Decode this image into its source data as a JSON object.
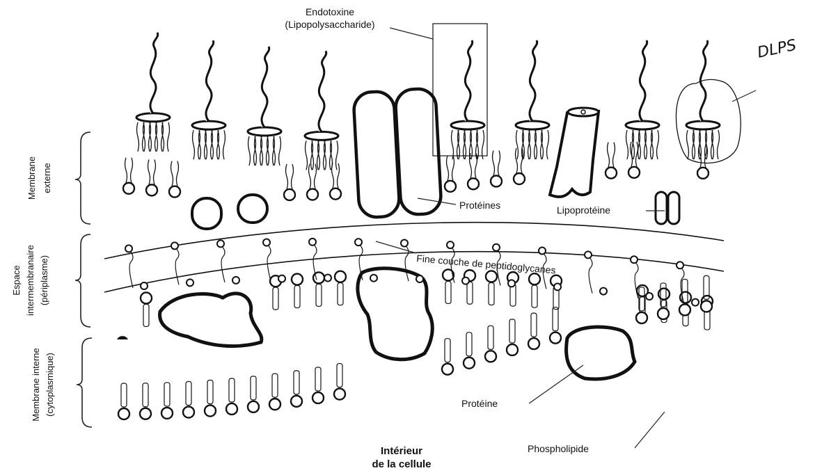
{
  "labels": {
    "endotoxin_line1": "Endotoxine",
    "endotoxin_line2": "(Lipopolysaccharide)",
    "proteins": "Protéines",
    "lipoprotein": "Lipoprotéine",
    "peptidoglycan": "Fine couche de peptidoglycanes",
    "protein": "Protéine",
    "phospholipid": "Phospholipide",
    "lps_handwritten": "DLPS"
  },
  "side_labels": {
    "outer_membrane_line1": "Membrane",
    "outer_membrane_line2": "externe",
    "periplasm_line1": "Espace",
    "periplasm_line2": "intermembranaire",
    "periplasm_line3": "(périplasme)",
    "inner_membrane_line1": "Membrane interne",
    "inner_membrane_line2": "(cytoplasmique)"
  },
  "bottom_label": {
    "line1": "Intérieur",
    "line2": "de la cellule"
  }
}
